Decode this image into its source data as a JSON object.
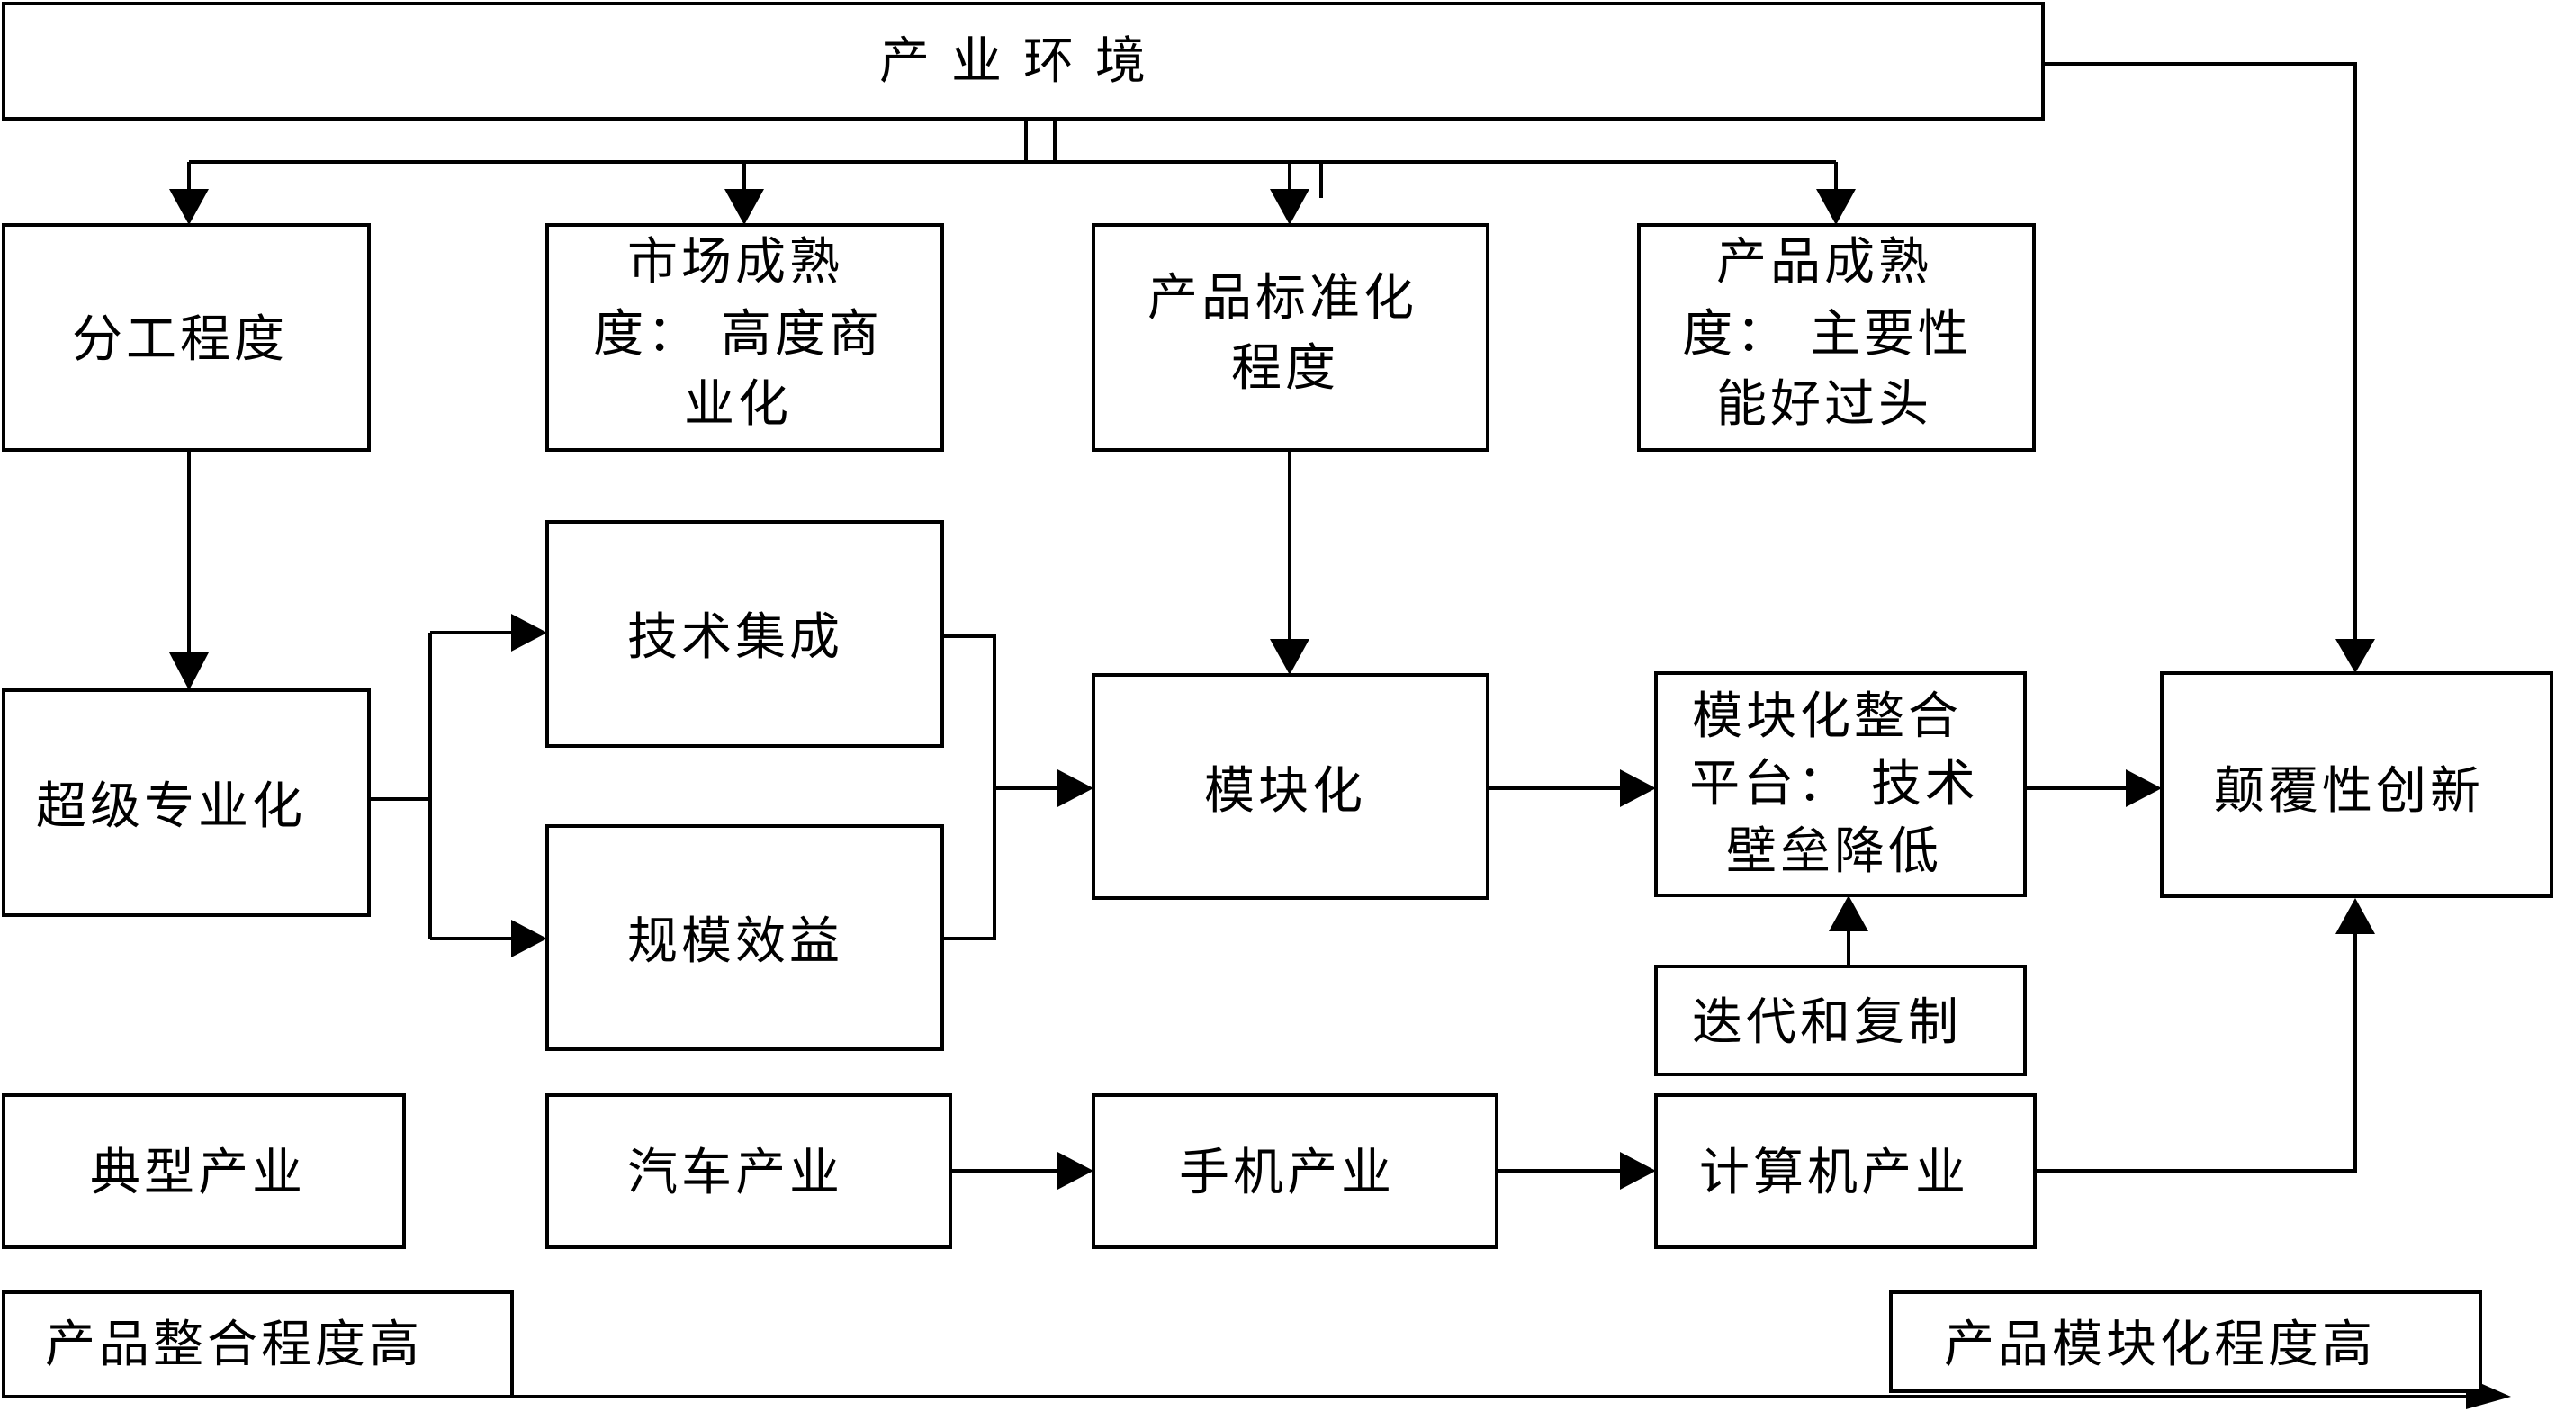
{
  "nodes": {
    "env": "产业环境",
    "division": "分工程度",
    "market": [
      "市场成熟",
      "度： 高度商",
      "业化"
    ],
    "standard": [
      "产品标准化",
      "程度"
    ],
    "product_maturity": [
      "产品成熟",
      "度： 主要性",
      "能好过头"
    ],
    "super_spec": "超级专业化",
    "tech_integration": "技术集成",
    "scale": "规模效益",
    "modularization": "模块化",
    "module_platform": [
      "模块化整合",
      "平台： 技术",
      "壁垒降低"
    ],
    "iterate": "迭代和复制",
    "disruptive": "颠覆性创新",
    "typical": "典型产业",
    "auto": "汽车产业",
    "phone": "手机产业",
    "computer": "计算机产业",
    "integration_high": "产品整合程度高",
    "modular_high": "产品模块化程度高"
  }
}
